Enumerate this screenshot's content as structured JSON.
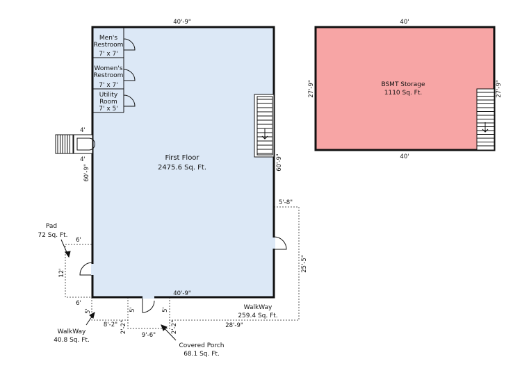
{
  "colors": {
    "first_floor_fill": "#dce8f6",
    "bsmt_fill": "#f7a5a5",
    "wall": "#111111",
    "dashed": "#555555"
  },
  "first_floor": {
    "name": "First Floor",
    "area": "2475.6 Sq. Ft.",
    "dim_top": "40'-9\"",
    "dim_bottom": "40'-9\"",
    "dim_right": "60'-9\"",
    "dim_left": "60'-9\""
  },
  "rooms": {
    "mens": {
      "line1": "Men's",
      "line2": "Restroom",
      "size": "7' x 7'"
    },
    "womens": {
      "line1": "Women's",
      "line2": "Restroom",
      "size": "7' x 7'"
    },
    "utility": {
      "line1": "Utility",
      "line2": "Room",
      "size": "7' x 5'"
    }
  },
  "bsmt": {
    "name": "BSMT Storage",
    "area": "1110 Sq. Ft.",
    "dim_top": "40'",
    "dim_bottom": "40'",
    "dim_left": "27'-9\"",
    "dim_right": "27'-9\""
  },
  "entry_steps": {
    "dim_top": "4'",
    "dim_bottom": "4'"
  },
  "pad": {
    "name": "Pad",
    "area": "72 Sq. Ft.",
    "dim_top": "6'",
    "dim_bottom": "6'",
    "dim_side": "12'"
  },
  "walkway_left": {
    "name": "WalkWay",
    "area": "40.8 Sq. Ft.",
    "dim_len": "8'-2\"",
    "dim_side": "5'"
  },
  "covered_porch": {
    "name": "Covered Porch",
    "area": "68.1 Sq. Ft.",
    "dim_len": "9'-6\"",
    "dim_left": "2'-2\"",
    "dim_right": "2'-2\"",
    "dim_upper_left": "5'",
    "dim_upper_right": "5'"
  },
  "walkway_right": {
    "name": "WalkWay",
    "area": "259.4 Sq. Ft.",
    "dim_len": "28'-9\"",
    "dim_top": "5'-8\"",
    "dim_side": "25'-5\""
  }
}
